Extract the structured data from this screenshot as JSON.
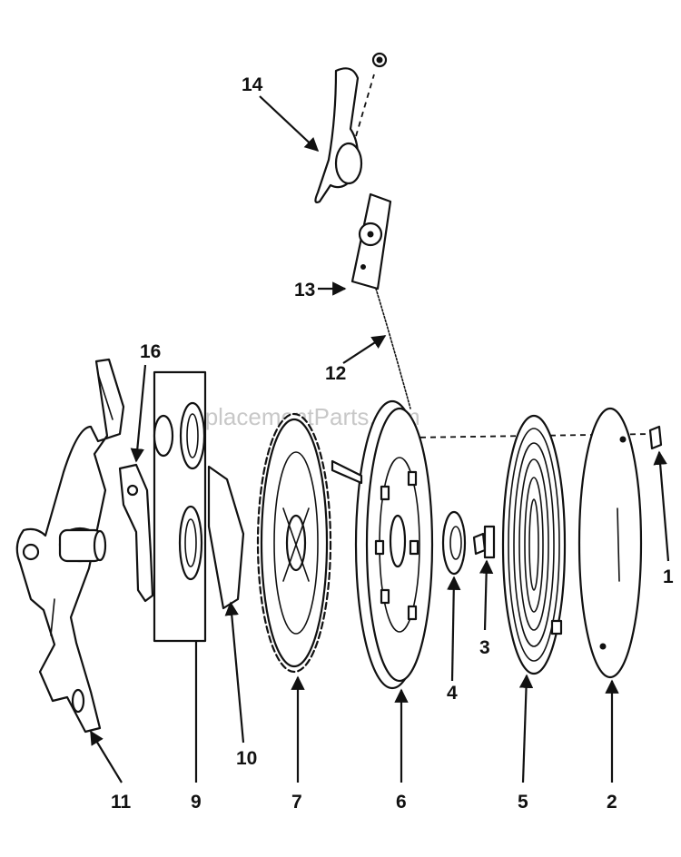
{
  "watermark": "eReplacementParts.com",
  "callouts": {
    "p1": "1",
    "p2": "2",
    "p3": "3",
    "p4": "4",
    "p5": "5",
    "p6": "6",
    "p7": "7",
    "p9": "9",
    "p10": "10",
    "p11": "11",
    "p12": "12",
    "p13": "13",
    "p14": "14",
    "p16": "16"
  }
}
